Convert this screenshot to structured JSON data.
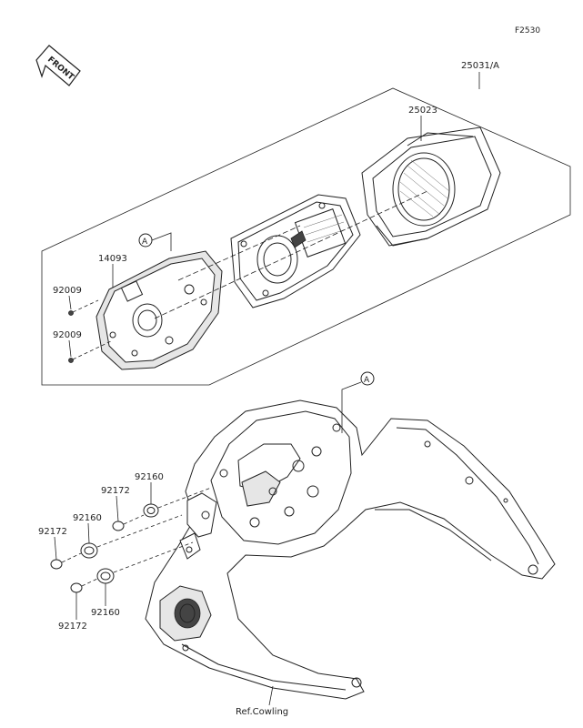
{
  "figure_code": "F2530",
  "front_label": "FRONT",
  "ref_note": "Ref.Cowling",
  "callout_letter": "A",
  "parts": {
    "assembly": "25031/A",
    "lens_housing": "25023",
    "meter_base": "14093",
    "screw_upper": "92009",
    "screw_lower": "92009",
    "grommet_upper": "92160",
    "grommet_middle": "92160",
    "grommet_lower": "92160",
    "collar_upper": "92172",
    "collar_middle": "92172",
    "collar_lower": "92172"
  }
}
